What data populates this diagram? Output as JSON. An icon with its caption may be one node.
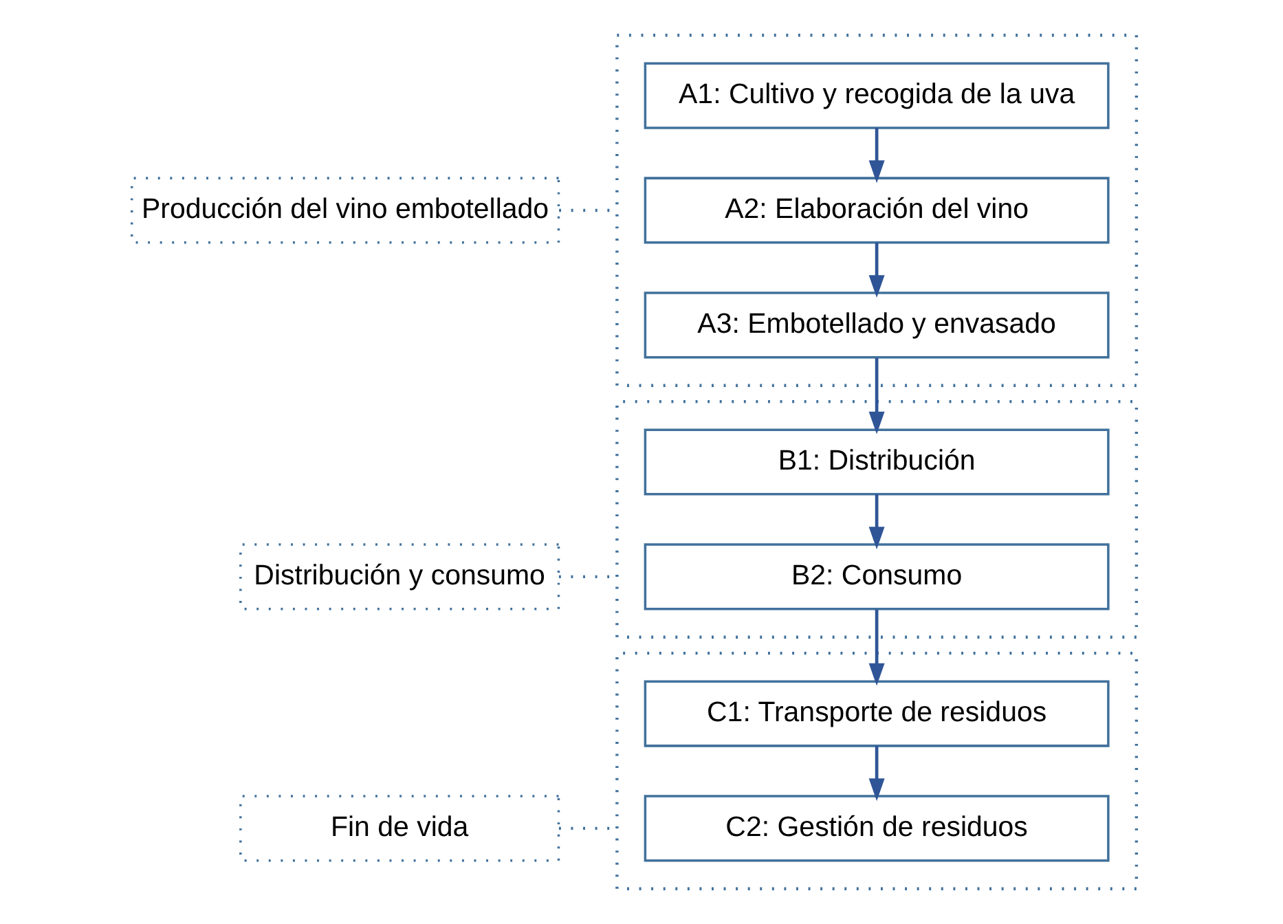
{
  "diagram": {
    "nodes": [
      {
        "text": [],
        "shape": "box"
      },
      {
        "text": [
          "A1: Cultivo y recogida de la uva"
        ],
        "in": 0
      },
      {
        "text": [
          "A2: Elaboración del vino"
        ],
        "in": 0
      },
      {
        "text": [
          "A3: Embotellado y envasado"
        ],
        "in": 0
      },
      {
        "text": [],
        "shape": "box"
      },
      {
        "text": [
          "B1: Distribución"
        ],
        "in": 4
      },
      {
        "text": [
          "B2: Consumo"
        ],
        "in": 4
      },
      {
        "text": [],
        "shape": "box"
      },
      {
        "text": [
          "C1: Transporte de residuos"
        ],
        "in": 7
      },
      {
        "text": [
          "C2: Gestión de residuos"
        ],
        "in": 7
      },
      {
        "text": [
          "Producción del vino embotellado"
        ]
      },
      {
        "text": [
          "Distribución y consumo"
        ]
      },
      {
        "text": [
          "Fin de vida"
        ]
      }
    ],
    "edges": [
      {
        "from": 1,
        "to": 2,
        "arrow": "to"
      },
      {
        "from": 2,
        "to": 3,
        "arrow": "to"
      },
      {
        "from": 3,
        "to": 5,
        "arrow": "to"
      },
      {
        "from": 5,
        "to": 6,
        "arrow": "to"
      },
      {
        "from": 6,
        "to": 8,
        "arrow": "to"
      },
      {
        "from": 8,
        "to": 9,
        "arrow": "to"
      },
      {
        "from": 10,
        "to": 0,
        "arrow": "none",
        "style": "dashed"
      },
      {
        "from": 11,
        "to": 4,
        "arrow": "none",
        "style": "dashed"
      },
      {
        "from": 12,
        "to": 7,
        "arrow": "none",
        "style": "dashed"
      }
    ]
  }
}
